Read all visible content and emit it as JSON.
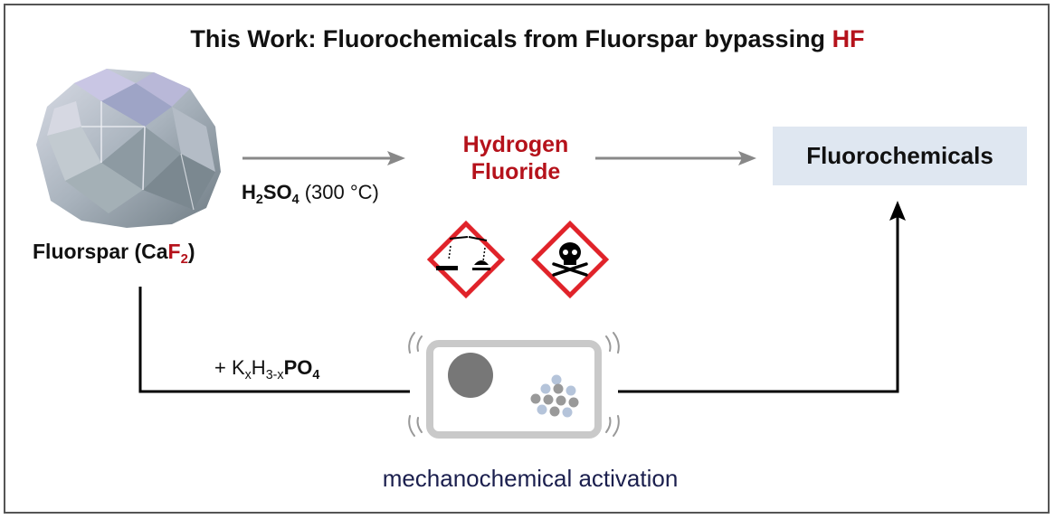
{
  "title": {
    "prefix": "This Work: Fluorochemicals from Fluorspar bypassing ",
    "highlight": "HF"
  },
  "fluorspar": {
    "name": "Fluorspar (Ca",
    "f": "F",
    "sub": "2",
    "close": ")"
  },
  "top_route": {
    "reagent_h": "H",
    "reagent_h_sub": "2",
    "reagent_so": "SO",
    "reagent_so_sub": "4",
    "conditions": " (300 °C)"
  },
  "intermediate": {
    "line1": "Hydrogen",
    "line2": "Fluoride"
  },
  "hazards": [
    "corrosive-pictogram",
    "toxic-skull-pictogram"
  ],
  "product": "Fluorochemicals",
  "bottom_route": {
    "plus": "+ K",
    "sub_x": "x",
    "h": "H",
    "sub_3x": "3-x",
    "po": "PO",
    "sub_4": "4"
  },
  "activation": "mechanochemical activation",
  "colors": {
    "hazard_red": "#e0232a",
    "highlight_red": "#b5121b",
    "product_box": "#dfe7f1",
    "activation_text": "#1b1f4e",
    "arrow_gray": "#888888",
    "ball_dark": "#777777",
    "ball_blue": "#b5c4da"
  }
}
